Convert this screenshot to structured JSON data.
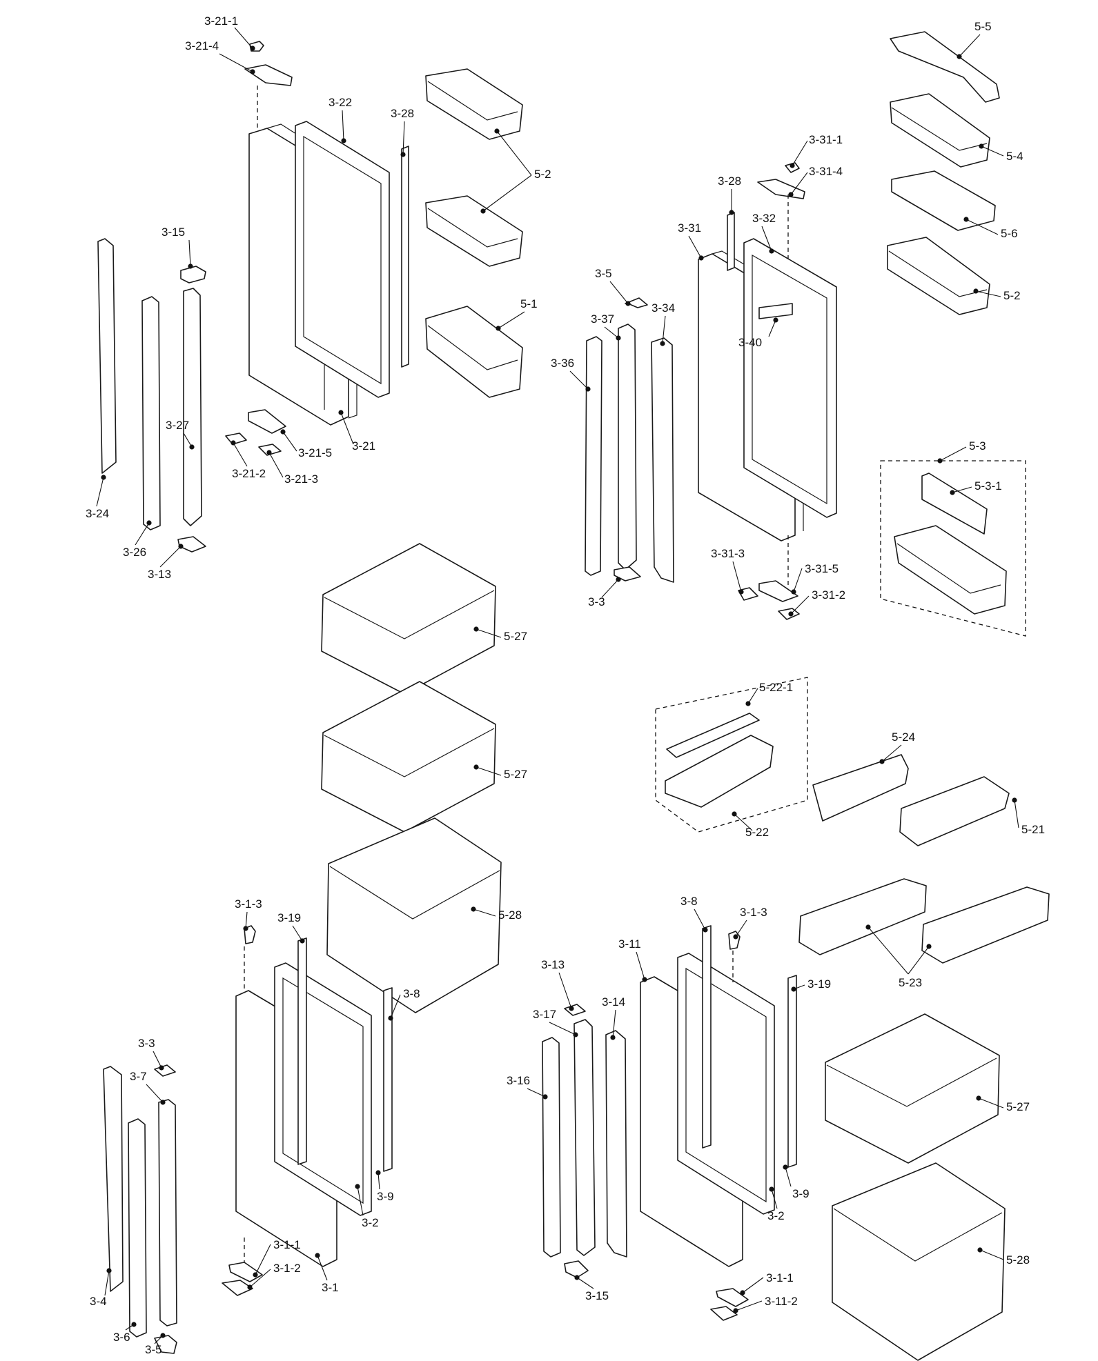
{
  "labels": {
    "L1": "3-21-1",
    "L2": "3-21-4",
    "L3": "3-22",
    "L4": "3-28",
    "L5": "5-2",
    "L6": "3-15",
    "L7": "5-1",
    "L8": "3-27",
    "L9": "3-21-5",
    "L10": "3-21",
    "L11": "3-21-2",
    "L12": "3-21-3",
    "L13": "3-24",
    "L14": "3-26",
    "L15": "3-13",
    "L16": "5-5",
    "L17": "5-4",
    "L18": "3-31-1",
    "L19": "3-31-4",
    "L20": "3-28",
    "L21": "5-6",
    "L22": "3-32",
    "L23": "3-31",
    "L24": "5-2",
    "L25": "3-5",
    "L26": "3-37",
    "L27": "3-34",
    "L28": "3-40",
    "L29": "3-36",
    "L30": "5-3",
    "L31": "5-3-1",
    "L32": "3-31-3",
    "L33": "3-31-5",
    "L34": "3-31-2",
    "L35": "3-3",
    "L36": "5-27",
    "L37": "5-27",
    "L38": "5-22-1",
    "L39": "5-24",
    "L40": "5-21",
    "L41": "5-22",
    "L42": "5-28",
    "L43": "3-1-3",
    "L44": "3-19",
    "L45": "3-8",
    "L46": "3-1-3",
    "L47": "3-11",
    "L48": "3-13",
    "L49": "3-8",
    "L50": "5-23",
    "L51": "3-17",
    "L52": "3-14",
    "L53": "3-19",
    "L54": "3-3",
    "L55": "3-7",
    "L56": "3-16",
    "L57": "5-27",
    "L58": "3-9",
    "L59": "3-9",
    "L60": "3-2",
    "L61": "3-2",
    "L62": "3-1-1",
    "L63": "3-1-2",
    "L64": "3-1",
    "L65": "3-4",
    "L66": "3-15",
    "L67": "5-28",
    "L68": "3-1-1",
    "L69": "3-11-2",
    "L70": "3-6",
    "L71": "3-5"
  },
  "style": {
    "line_color": "#1a1a1a",
    "background": "#ffffff"
  }
}
